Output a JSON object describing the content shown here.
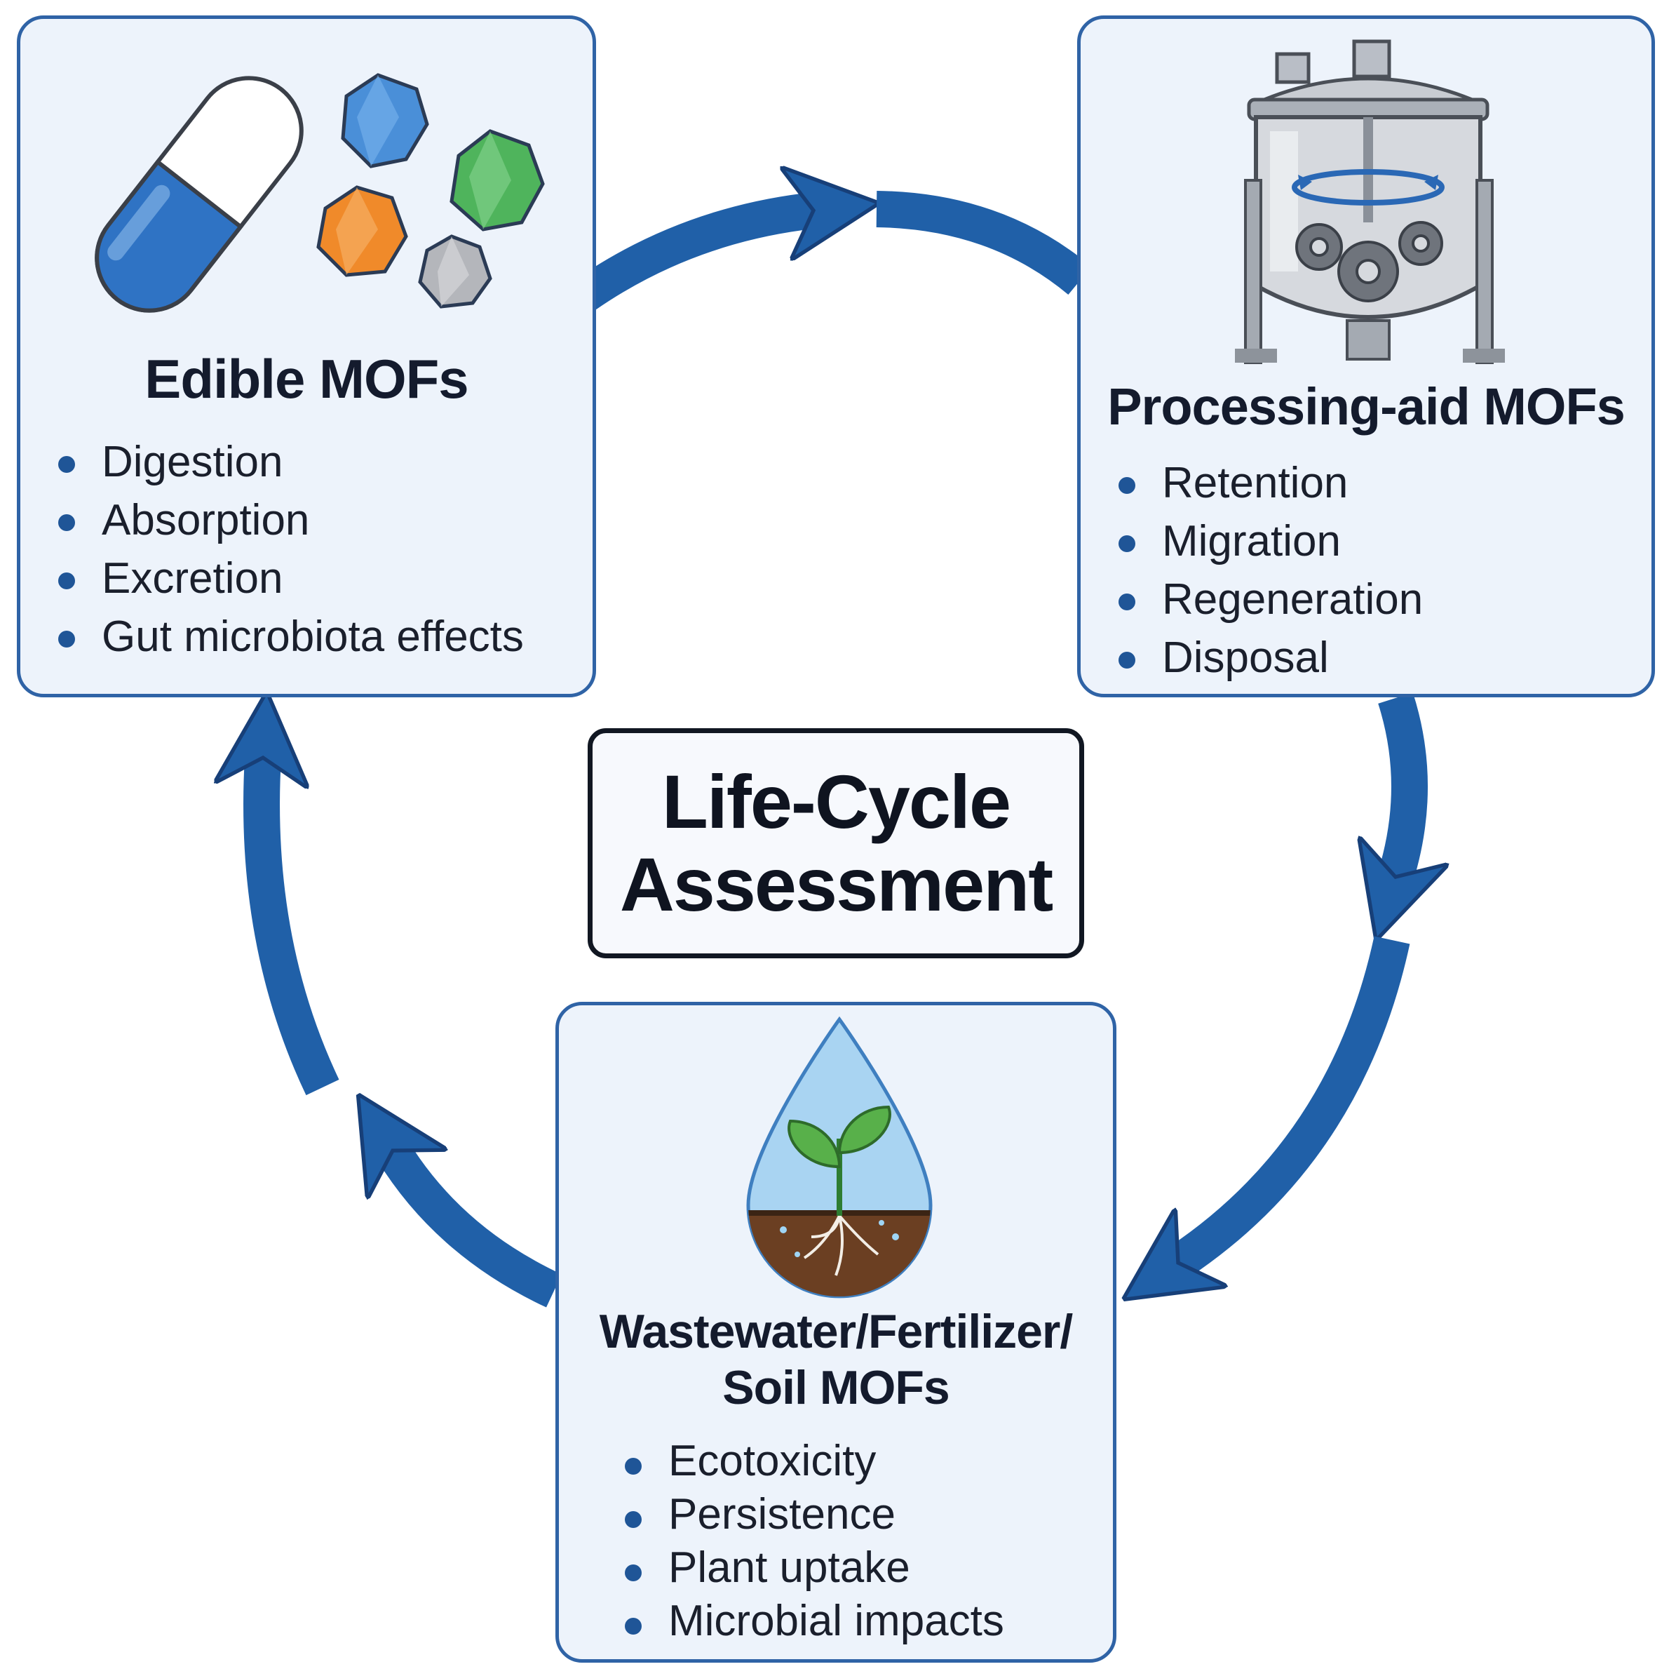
{
  "center": {
    "line1": "Life-Cycle",
    "line2": "Assessment"
  },
  "cards": {
    "edible": {
      "title": "Edible MOFs",
      "items": [
        "Digestion",
        "Absorption",
        "Excretion",
        "Gut microbiota effects"
      ],
      "icons": [
        "capsule-icon",
        "crystal-gems-icon"
      ]
    },
    "processing": {
      "title": "Processing-aid MOFs",
      "items": [
        "Retention",
        "Migration",
        "Regeneration",
        "Disposal"
      ],
      "icons": [
        "reactor-tank-icon",
        "gears-icon"
      ]
    },
    "wastewater": {
      "title_line1": "Wastewater/Fertilizer/",
      "title_line2": "Soil MOFs",
      "items": [
        "Ecotoxicity",
        "Persistence",
        "Plant uptake",
        "Microbial impacts"
      ],
      "icons": [
        "water-drop-plant-icon"
      ]
    }
  },
  "colors": {
    "arrow": "#2060a8",
    "card_border": "#2f63a6",
    "card_fill": "#edf3fb",
    "bullet": "#1f5597"
  }
}
